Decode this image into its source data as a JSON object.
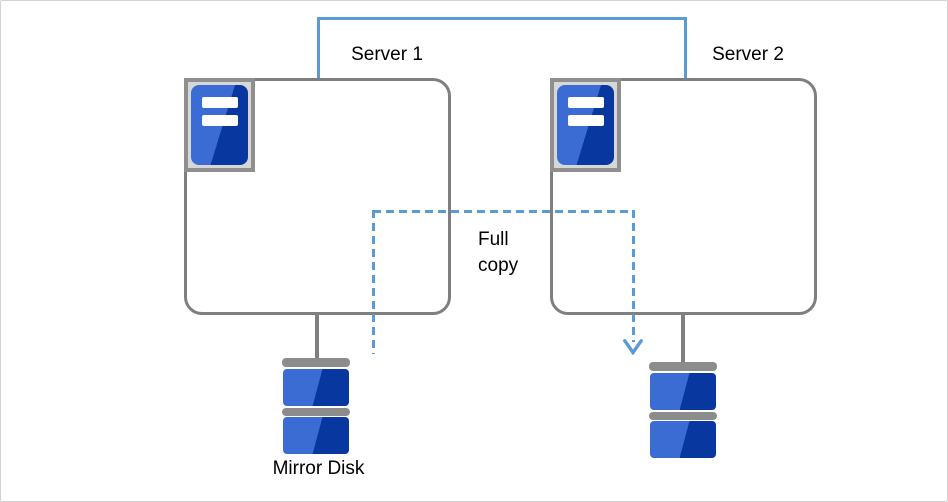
{
  "diagram": {
    "servers": [
      {
        "label": "Server 1",
        "icon": "server-icon"
      },
      {
        "label": "Server 2",
        "icon": "server-icon"
      }
    ],
    "copy_arrow": {
      "label": "Full\ncopy"
    },
    "disks": {
      "left_label": "Mirror Disk",
      "icon": "disk-icon"
    },
    "colors": {
      "connector_blue": "#5B9BD5",
      "box_border_gray": "#7F7F7F",
      "icon_blue_light": "#3B6CD3",
      "icon_blue_dark": "#0837A0",
      "disk_cap_gray": "#8C8C8C",
      "icon_frame_fill": "#D7D7D7",
      "icon_frame_border": "#8F8F8F",
      "page_border": "#D2D2D2"
    }
  }
}
